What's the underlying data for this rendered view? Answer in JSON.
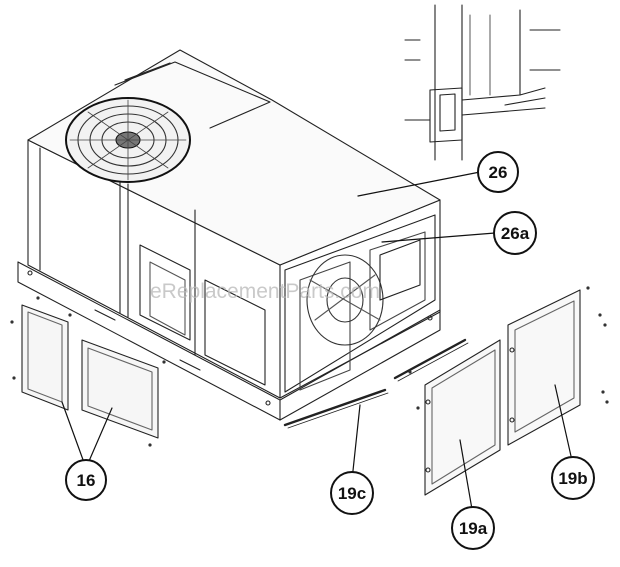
{
  "diagram": {
    "callouts": {
      "c16": "16",
      "c19a": "19a",
      "c19b": "19b",
      "c19c": "19c",
      "c26": "26",
      "c26a": "26a"
    },
    "watermark": "eReplacementParts.com"
  }
}
